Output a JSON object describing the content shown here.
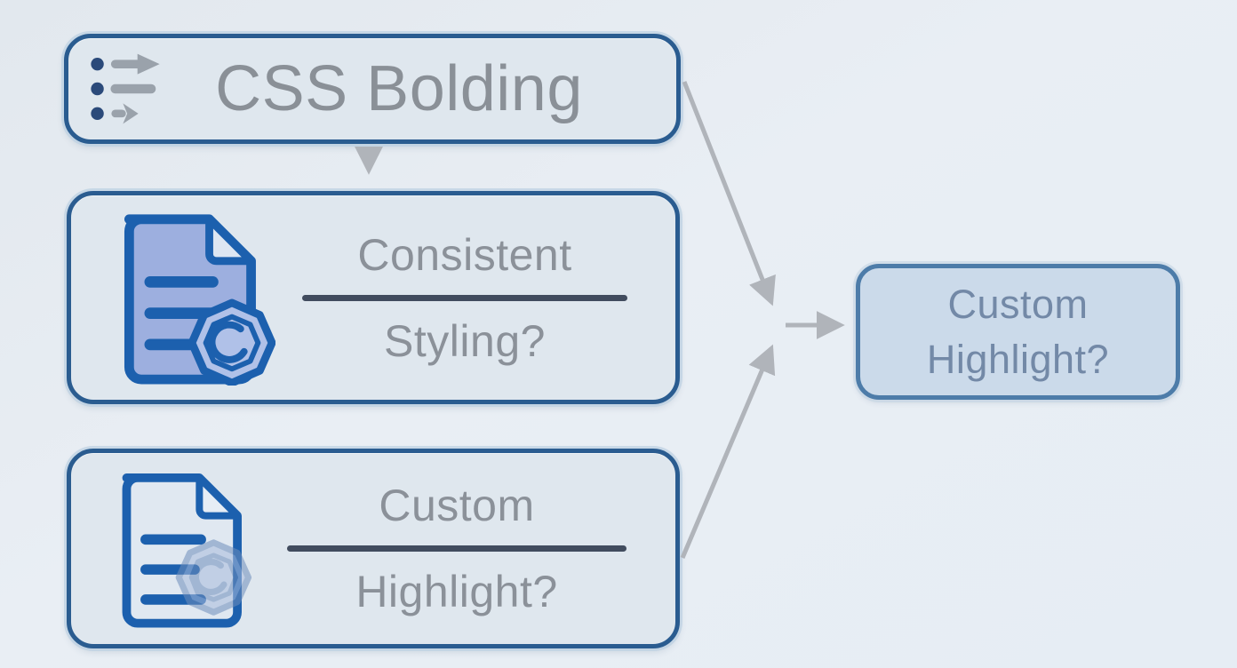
{
  "nodes": {
    "css_bolding": {
      "label": "CSS Bolding",
      "icon": "list-arrows-icon"
    },
    "consistent_styling": {
      "line1": "Consistent",
      "line2": "Styling?",
      "icon": "css-document-icon"
    },
    "custom_highlight_question": {
      "line1": "Custom",
      "line2": "Highlight?",
      "icon": "css-document-faded-icon"
    },
    "custom_highlight_result": {
      "line1": "Custom",
      "line2": "Highlight?"
    }
  },
  "edges": [
    {
      "from": "css_bolding",
      "to": "consistent_styling",
      "shape": "vertical-arrow"
    },
    {
      "from": "css_bolding",
      "to": "junction",
      "shape": "diagonal-down-arrow"
    },
    {
      "from": "custom_highlight_question",
      "to": "junction",
      "shape": "diagonal-up-arrow"
    },
    {
      "from": "junction",
      "to": "custom_highlight_result",
      "shape": "horizontal-arrow"
    }
  ],
  "colors": {
    "background": "#e7edf3",
    "node_border": "#2a5c90",
    "node_fill": "#dfe7ee",
    "result_border": "#4d7ca9",
    "result_fill": "#cbdaea",
    "node_text": "#8b9199",
    "result_text": "#7389a7",
    "divider": "#414c5e",
    "arrow": "#b0b4ba",
    "icon_outline_blue": "#1c60ae",
    "icon_document_fill": "#9dafdf",
    "icon_bullet_navy": "#2b4a7a",
    "icon_gray": "#9aa2ab"
  }
}
